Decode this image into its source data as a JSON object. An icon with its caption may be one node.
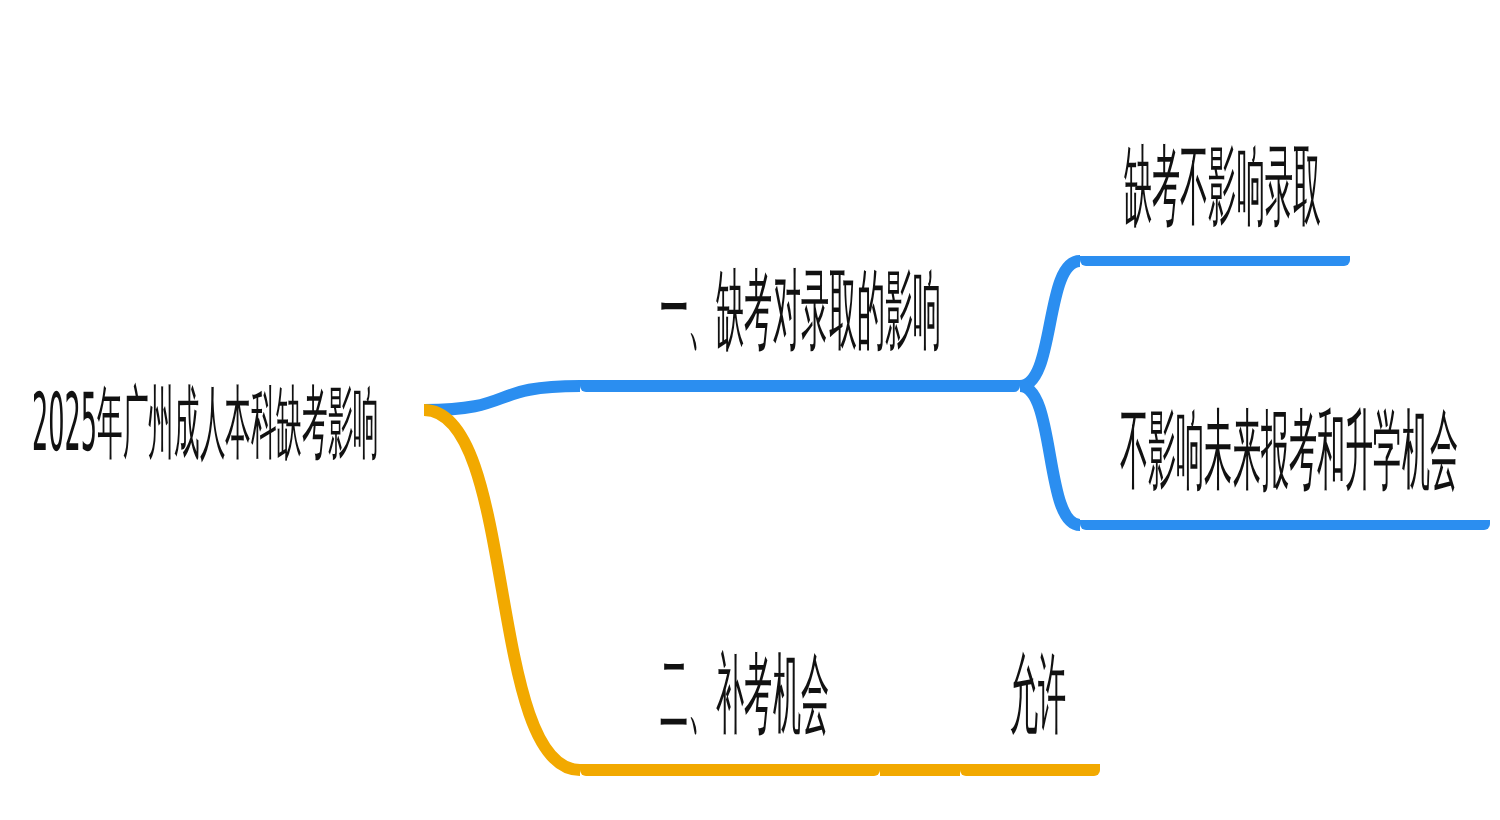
{
  "diagram": {
    "nodes": [
      {
        "text": [
          "2025年广州成人本科缺考影响"
        ]
      },
      {
        "text": [
          "一、缺考对录取的影响"
        ]
      },
      {
        "text": [
          "缺考不影响录取"
        ]
      },
      {
        "text": [
          "不影响未来报考和升学机会"
        ]
      },
      {
        "text": [
          "二、补考机会"
        ]
      },
      {
        "text": [
          "允许"
        ]
      }
    ],
    "edges": [
      {
        "from": 0,
        "to": 1,
        "arrow": "none"
      },
      {
        "from": 1,
        "to": 2,
        "arrow": "none"
      },
      {
        "from": 1,
        "to": 3,
        "arrow": "none"
      },
      {
        "from": 0,
        "to": 4,
        "arrow": "none",
        "color": "#f2a900"
      },
      {
        "from": 4,
        "to": 5,
        "arrow": "none",
        "color": "#f2a900"
      }
    ]
  }
}
